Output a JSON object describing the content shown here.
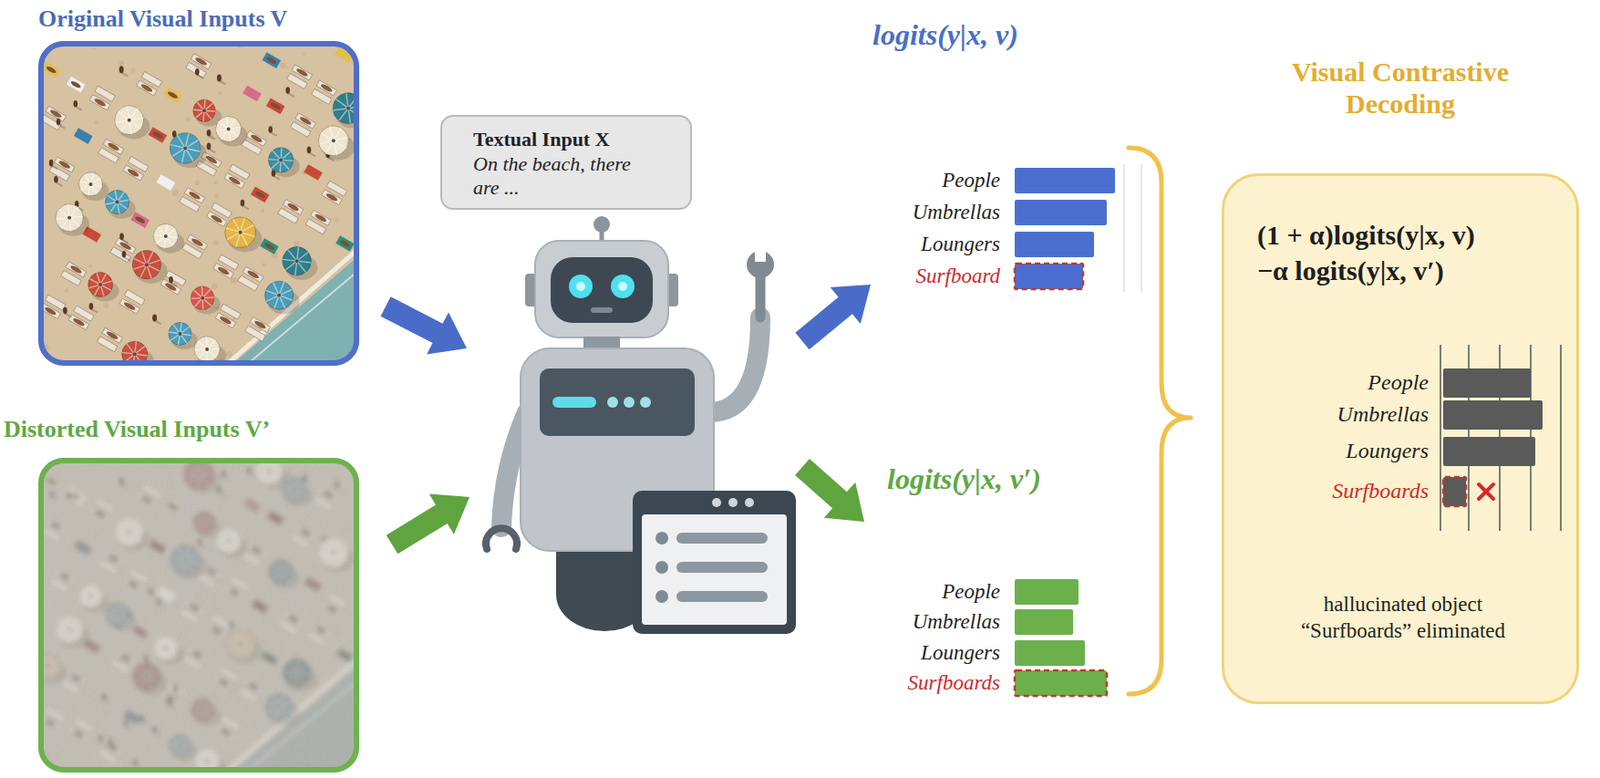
{
  "diagram": {
    "nodes": [
      {
        "text": [
          "Original Visual Inputs V"
        ]
      },
      {
        "text": [
          "Distorted Visual Inputs V’"
        ]
      },
      {
        "text": [
          "Textual Input X",
          "On the beach, there are ..."
        ]
      },
      {
        "text": [
          "Visual Contrastive Decoding",
          "(1 + α)logits(y|x, v)",
          "−α logits(y|x, v′)",
          "hallucinated object “Surfboards” eliminated"
        ]
      }
    ],
    "labels": [
      "logits(y|x, v)",
      "People",
      "Umbrellas",
      "Loungers",
      "Surfboard",
      "logits(y|x, v′)",
      "People",
      "Umbrellas",
      "Loungers",
      "Surfboards",
      "People",
      "Umbrellas",
      "Loungers",
      "Surfboards"
    ]
  }
}
